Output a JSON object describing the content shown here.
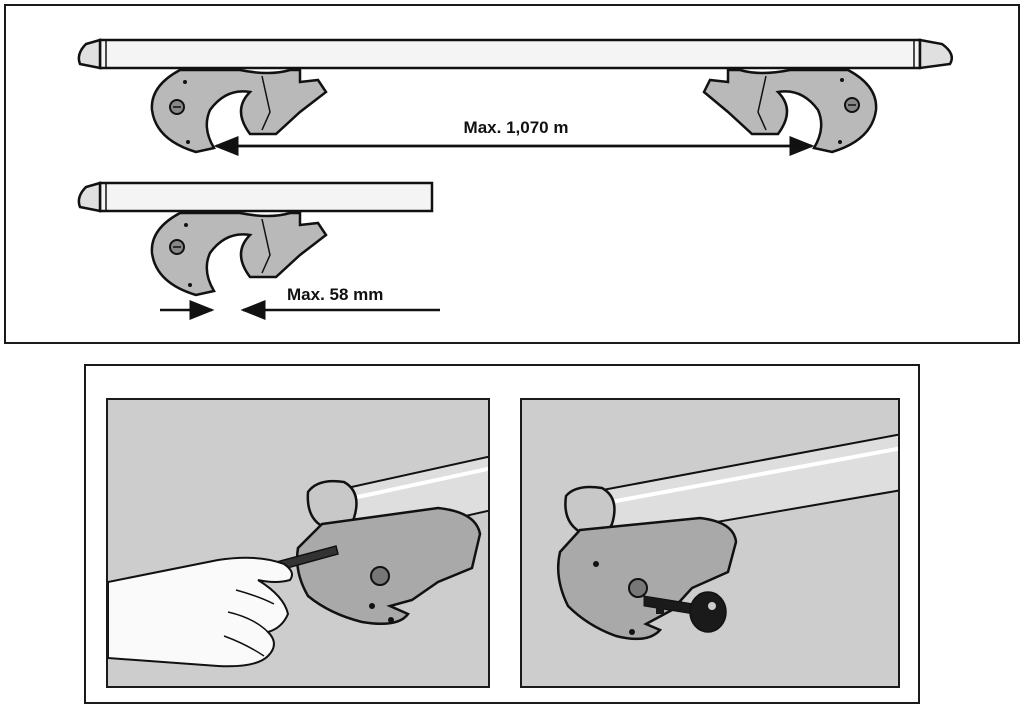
{
  "diagram": {
    "top_panel": {
      "wide_measurement_label": "Max. 1,070 m",
      "narrow_measurement_label": "Max. 58 mm"
    },
    "bottom_panel": {
      "left_photo": "tightening bolt with hex key",
      "right_photo": "locking with key"
    }
  }
}
